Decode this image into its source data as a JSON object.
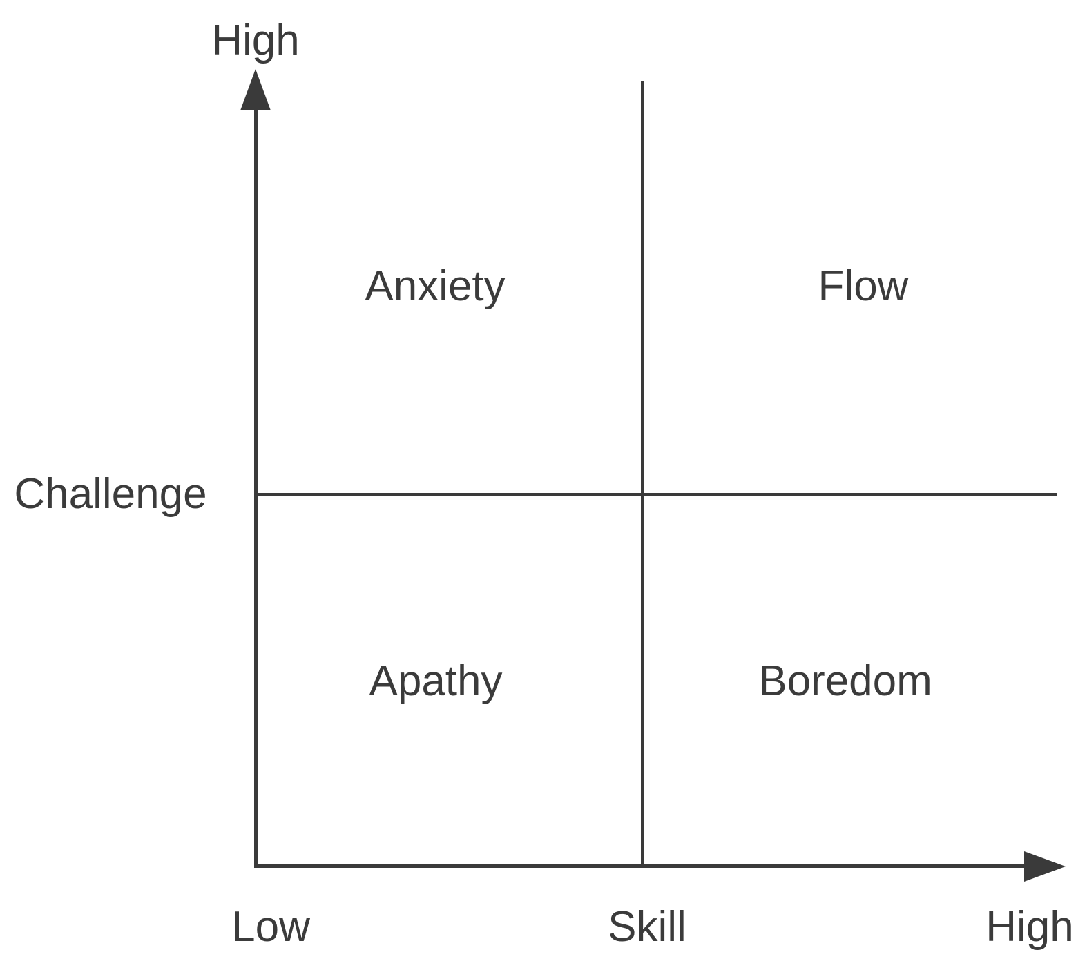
{
  "colors": {
    "line": "#3a3a3a",
    "text": "#3b3b3b",
    "background": "#ffffff"
  },
  "axes": {
    "y": {
      "label": "Challenge",
      "high": "High"
    },
    "x": {
      "label": "Skill",
      "low": "Low",
      "high": "High"
    }
  },
  "quadrants": [
    {
      "position": "top-left",
      "label": "Anxiety"
    },
    {
      "position": "top-right",
      "label": "Flow"
    },
    {
      "position": "bottom-left",
      "label": "Apathy"
    },
    {
      "position": "bottom-right",
      "label": "Boredom"
    }
  ]
}
